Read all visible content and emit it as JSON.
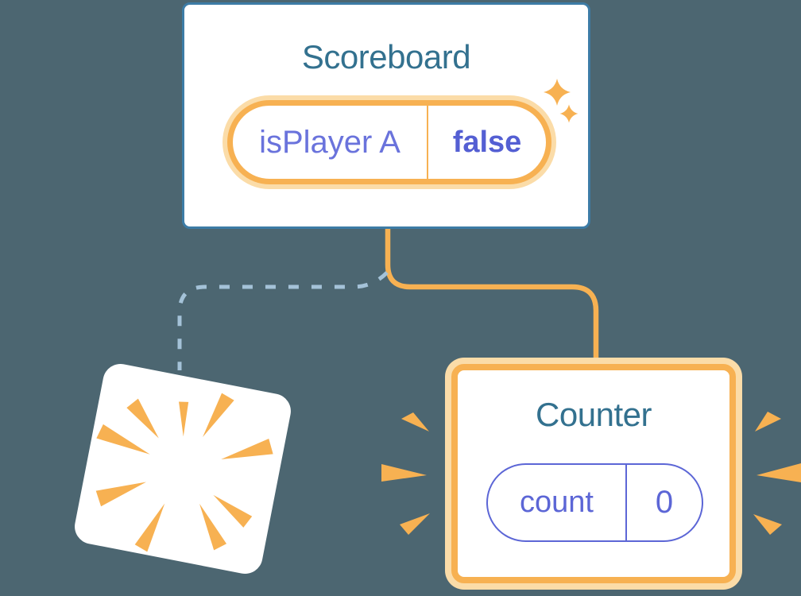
{
  "scoreboard": {
    "title": "Scoreboard",
    "state_key": "isPlayer A",
    "state_value": "false"
  },
  "counter": {
    "title": "Counter",
    "state_key": "count",
    "state_value": "0"
  },
  "colors": {
    "background": "#4C6671",
    "card_background": "#FFFFFF",
    "card_border_blue": "#3D7CA6",
    "title_teal": "#33718F",
    "accent_orange": "#F7B152",
    "accent_orange_light": "#FBDCA8",
    "state_purple": "#5C66D6",
    "state_key_purple": "#6A73DC",
    "state_value_purple": "#545FD3",
    "dashed_line_blue": "#A4C2D8"
  },
  "icons": {
    "sparkles": "sparkle-icon",
    "poof_burst": "poof-burst-icon",
    "emphasis": "emphasis-rays-icon"
  }
}
